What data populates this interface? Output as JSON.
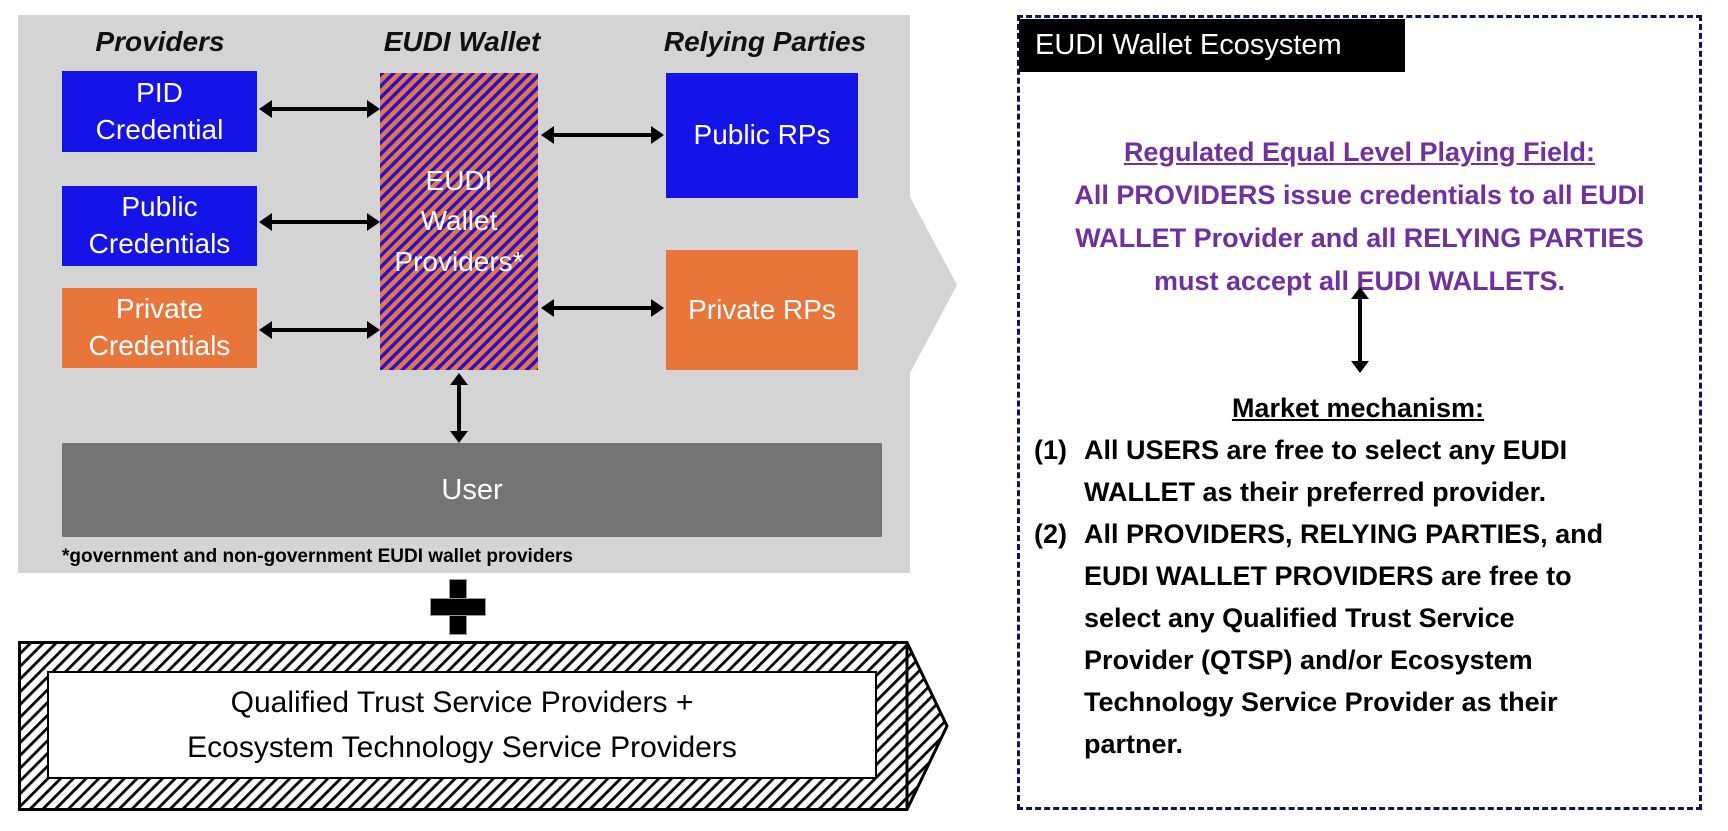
{
  "diagram": {
    "headers": {
      "providers": "Providers",
      "eudi_wallet": "EUDI Wallet",
      "relying_parties": "Relying Parties"
    },
    "boxes": {
      "pid_credential": "PID\nCredential",
      "public_credentials": "Public\nCredentials",
      "private_credentials": "Private\nCredentials",
      "wallet_providers": "EUDI\nWallet\nProviders*",
      "public_rps": "Public RPs",
      "private_rps": "Private RPs",
      "user": "User"
    },
    "footnote": "*government and non-government EUDI wallet providers",
    "qtsp_arrow": {
      "text": "Qualified Trust Service Providers +\nEcosystem Technology Service Providers"
    }
  },
  "right_panel": {
    "title": "EUDI Wallet Ecosystem",
    "regulated": {
      "heading": "Regulated Equal Level Playing Field:",
      "body": "All PROVIDERS issue credentials to all EUDI\nWALLET Provider and all RELYING PARTIES\nmust accept all EUDI WALLETS."
    },
    "market": {
      "heading": "Market mechanism:",
      "items": [
        {
          "num": "(1)",
          "text": "All USERS are free to select any EUDI\nWALLET as their preferred provider."
        },
        {
          "num": "(2)",
          "text": "All PROVIDERS, RELYING PARTIES, and\nEUDI WALLET PROVIDERS are free to\nselect any Qualified Trust Service\nProvider (QTSP) and/or Ecosystem\nTechnology Service Provider as their\npartner."
        }
      ]
    }
  },
  "colors": {
    "provider_blue": "#1414e8",
    "provider_orange": "#e8763b",
    "hatch_blue": "#2013dd",
    "panel_gray": "#d4d4d4",
    "user_gray": "#747474",
    "purple_text": "#7030a0",
    "dashed_navy": "#12125a",
    "black": "#000000",
    "white": "#ffffff"
  }
}
